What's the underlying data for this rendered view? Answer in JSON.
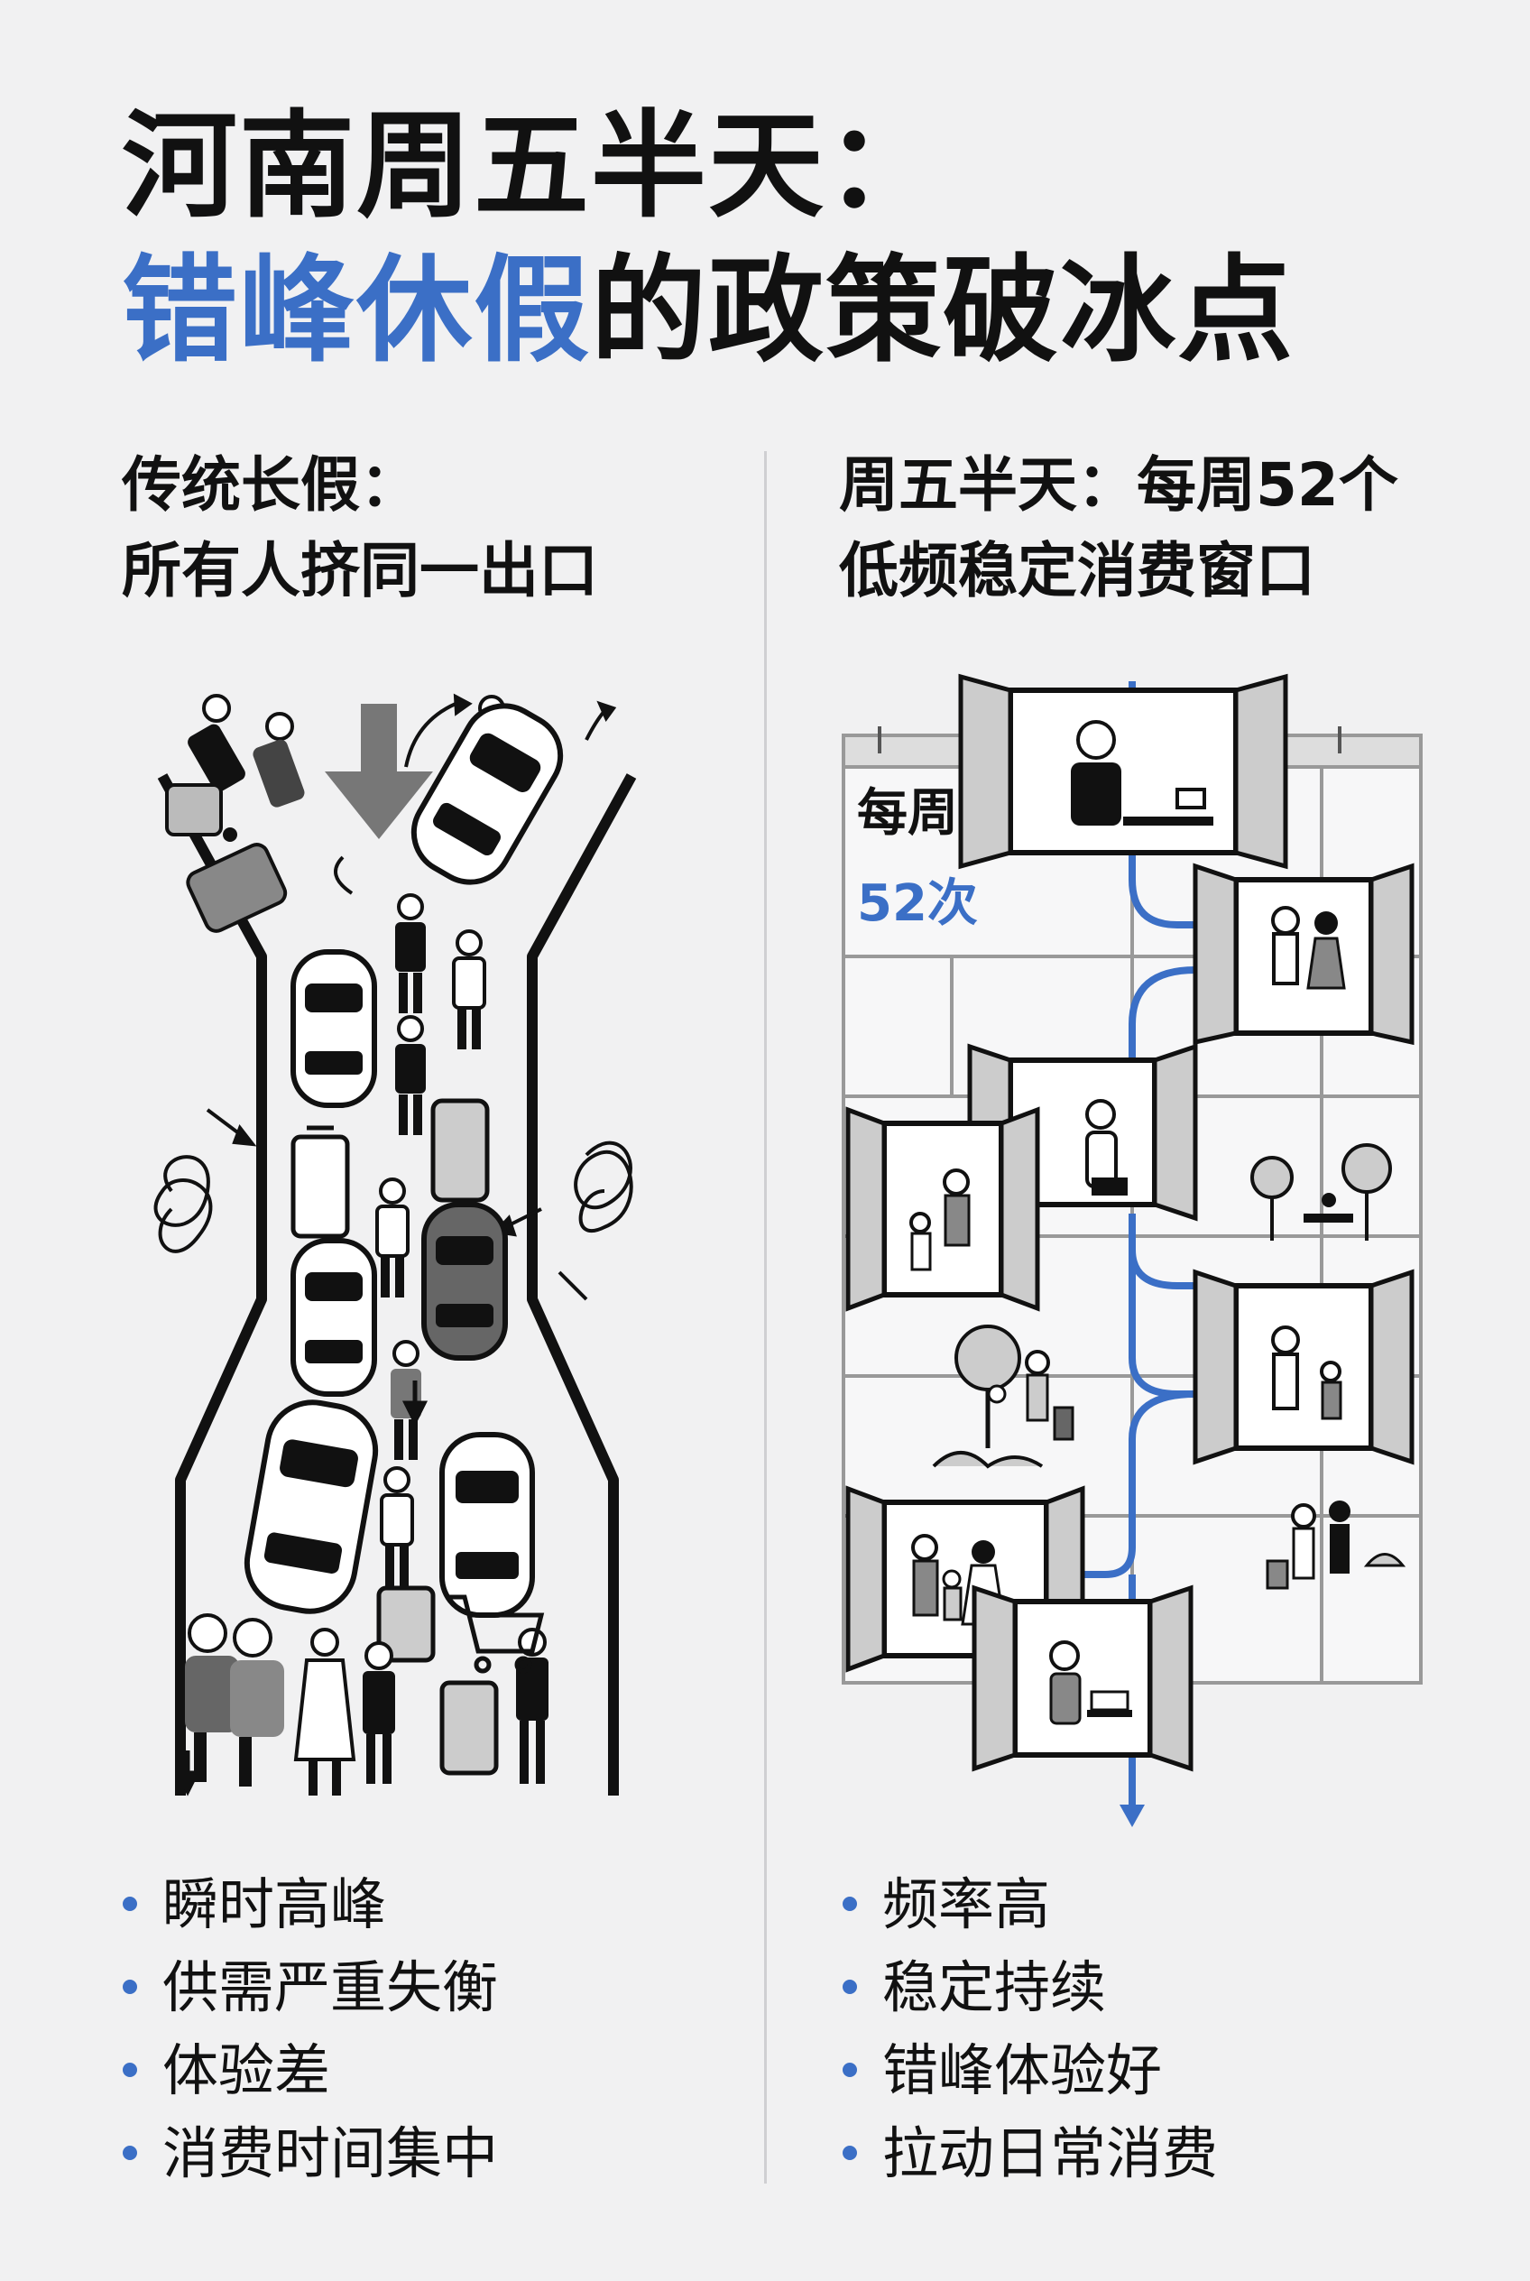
{
  "title": {
    "line1": "河南周五半天：",
    "line2_highlight": "错峰休假",
    "line2_rest": "的政策破冰点"
  },
  "left": {
    "heading_line1": "传统长假：",
    "heading_line2": "所有人挤同一出口",
    "bullets": [
      "瞬时高峰",
      "供需严重失衡",
      "体验差",
      "消费时间集中"
    ]
  },
  "right": {
    "heading_line1": "周五半天：每周52个",
    "heading_line2": "低频稳定消费窗口",
    "calendar_label": "每周",
    "calendar_count": "52次",
    "bullets": [
      "频率高",
      "稳定持续",
      "错峰体验好",
      "拉动日常消费"
    ]
  },
  "colors": {
    "accent": "#3b6fc6",
    "text": "#111111",
    "background": "#f1f1f2"
  }
}
